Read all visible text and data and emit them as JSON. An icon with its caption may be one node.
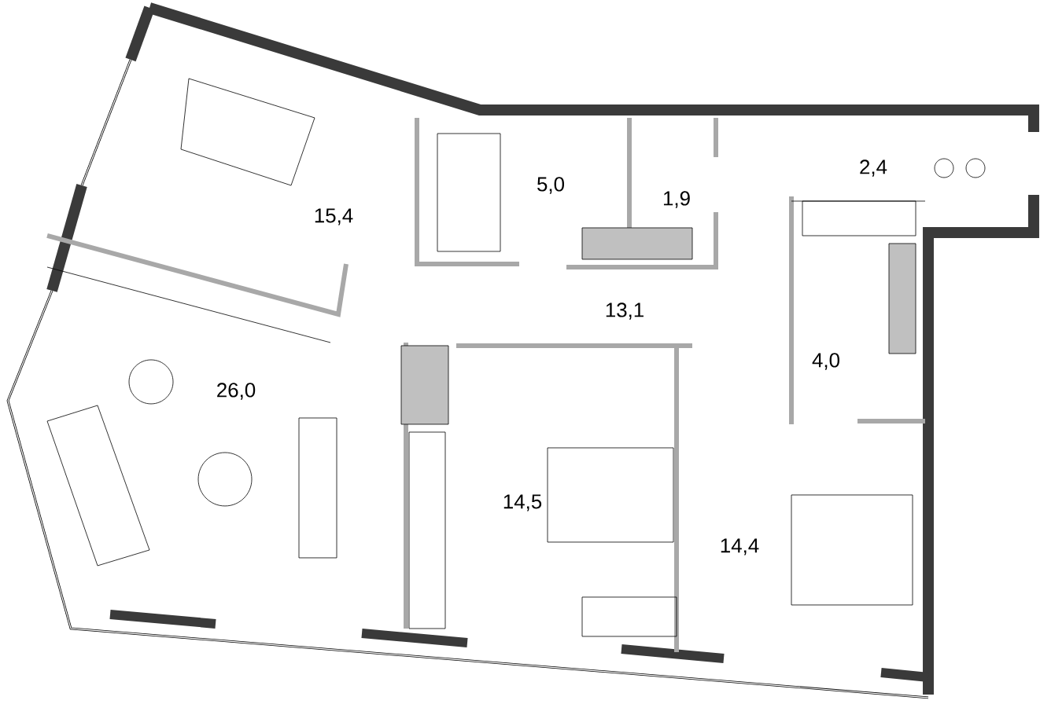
{
  "diagram": {
    "labels": [
      "15,4",
      "5,0",
      "1,9",
      "2,4",
      "13,1",
      "26,0",
      "4,0",
      "14,5",
      "14,4"
    ]
  }
}
